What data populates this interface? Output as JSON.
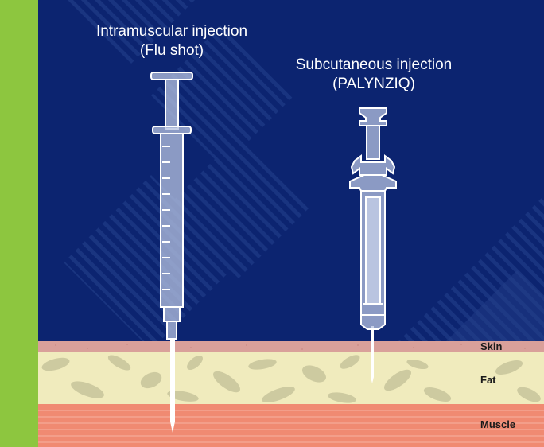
{
  "colors": {
    "background": "#0c2470",
    "side_bar": "#8dc63f",
    "skin": "#d9a09a",
    "fat": "#f0ebbd",
    "fat_blob": "#cdcaa0",
    "muscle": "#f08a72",
    "syringe": "#b6c2e0",
    "syringe_outline": "#ffffff"
  },
  "labels": {
    "intramuscular_title": "Intramuscular injection",
    "intramuscular_sub": "(Flu shot)",
    "subcutaneous_title": "Subcutaneous injection",
    "subcutaneous_sub": "(PALYNZIQ)"
  },
  "layers": {
    "skin": "Skin",
    "fat": "Fat",
    "muscle": "Muscle"
  },
  "icons": {
    "left_syringe": "syringe-icon",
    "right_syringe": "prefilled-syringe-icon"
  }
}
